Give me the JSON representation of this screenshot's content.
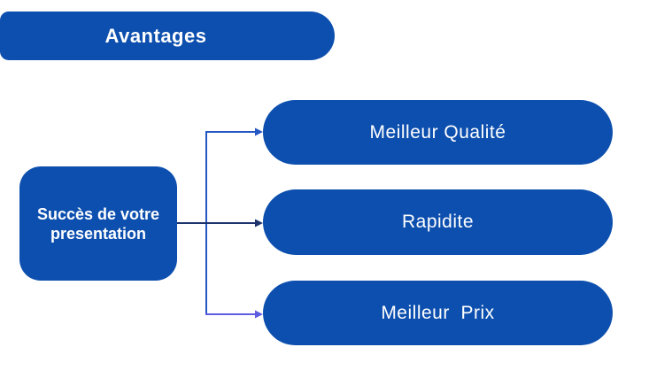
{
  "title": {
    "label": "Avantages"
  },
  "root_box": {
    "label": "Succès de votre presentation"
  },
  "branches": [
    {
      "label": "Meilleur Qualité"
    },
    {
      "label": "Rapidite"
    },
    {
      "label": "Meilleur  Prix"
    }
  ],
  "colors": {
    "background": "#ffffff",
    "shape_fill": "#0d4fae",
    "shape_text": "#ffffff",
    "connector_top": "#2456c4",
    "connector_middle": "#1c336e",
    "connector_bottom": "#5e5ce0"
  }
}
